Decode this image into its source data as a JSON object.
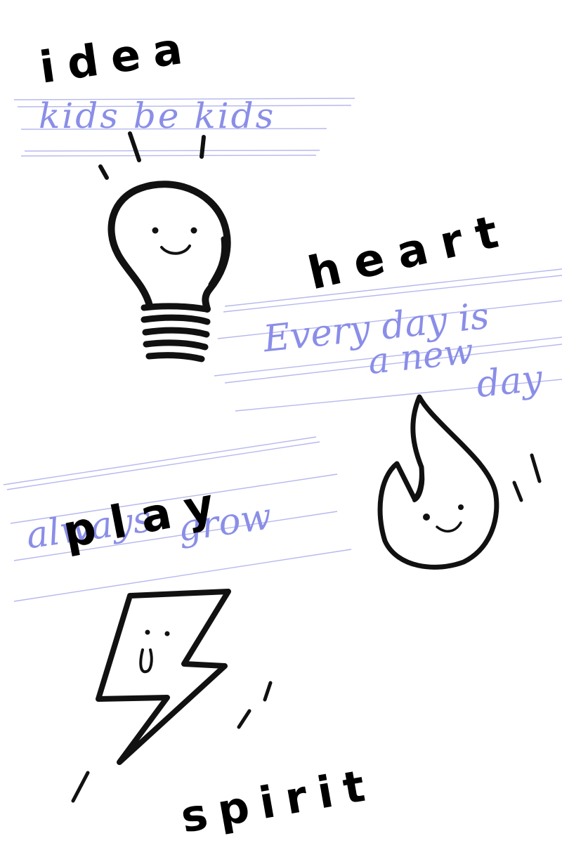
{
  "labels": {
    "idea": "idea",
    "heart": "heart",
    "play": "play",
    "spirit": "spirit"
  },
  "phrases": {
    "kids": "kids be kids",
    "every_line1": "Every day is",
    "every_line2": "a new",
    "every_line3": "day",
    "always": "always",
    "grow": "grow"
  },
  "icons": [
    "lightbulb-icon",
    "flame-icon",
    "lightning-bolt-icon"
  ],
  "colors": {
    "ink": "#111111",
    "script": "#8a8ee8",
    "rule": "#a9abeb",
    "background": "#ffffff"
  }
}
